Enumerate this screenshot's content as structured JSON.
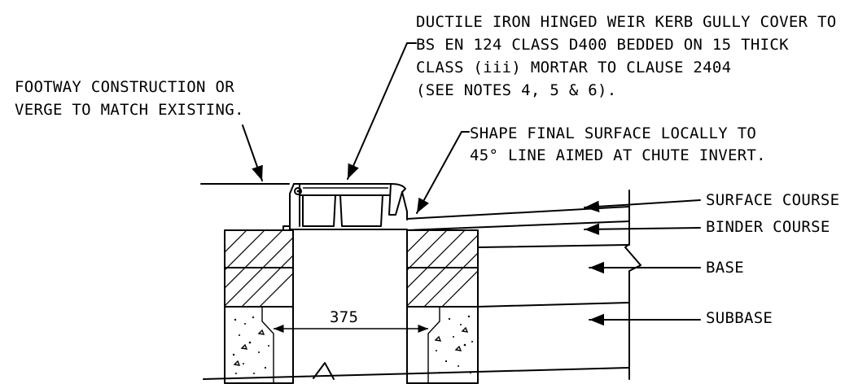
{
  "labels": {
    "cover_note": [
      "DUCTILE IRON HINGED WEIR KERB GULLY COVER TO",
      "BS EN 124 CLASS D400 BEDDED ON 15 THICK",
      "CLASS (iii) MORTAR TO CLAUSE 2404",
      "(SEE NOTES 4, 5 & 6)."
    ],
    "footway_note": [
      "FOOTWAY CONSTRUCTION OR",
      "VERGE TO MATCH EXISTING."
    ],
    "shape_note": [
      "SHAPE FINAL SURFACE LOCALLY TO",
      "45° LINE AIMED AT CHUTE INVERT."
    ],
    "layers": {
      "surface_course": "SURFACE COURSE",
      "binder_course": "BINDER COURSE",
      "base": "BASE",
      "subbase": "SUBBASE"
    },
    "dimension_375": "375"
  },
  "colors": {
    "ink": "#000000",
    "background": "#ffffff"
  }
}
